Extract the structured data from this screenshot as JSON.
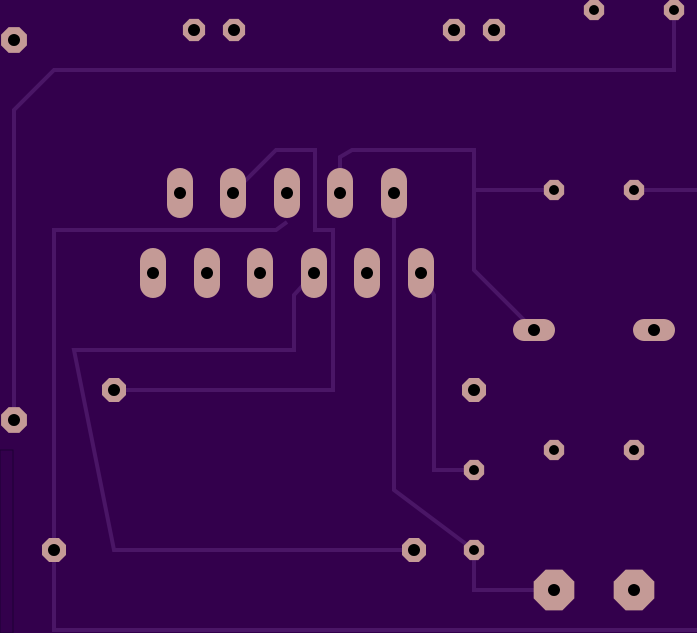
{
  "colors": {
    "board": "#33004c",
    "trace": "#4a1666",
    "pad": "#c49a96",
    "drill": "#000000",
    "edge": "#1e0033"
  },
  "board": {
    "layer": "bottom-copper",
    "net_count": 9,
    "component_count": 8
  }
}
